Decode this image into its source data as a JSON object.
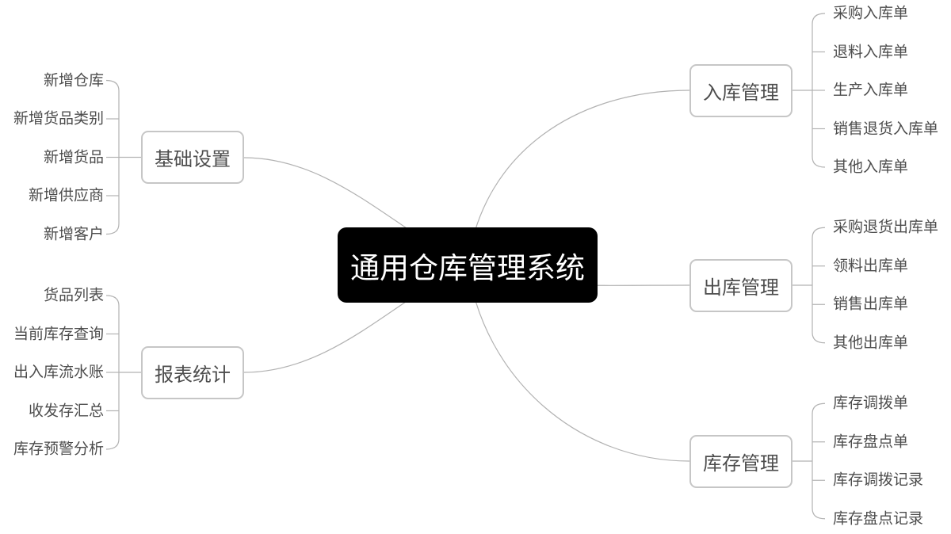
{
  "colors": {
    "background": "#ffffff",
    "root_bg": "#000000",
    "root_text": "#ffffff",
    "branch_border": "#c6c6c6",
    "branch_text": "#4d4d4d",
    "child_text": "#4d4d4d",
    "connector": "#b2b2b2"
  },
  "root": {
    "label": "通用仓库管理系统"
  },
  "branches": [
    {
      "side": "left",
      "label": "基础设置",
      "children": [
        "新增仓库",
        "新增货品类别",
        "新增货品",
        "新增供应商",
        "新增客户"
      ]
    },
    {
      "side": "left",
      "label": "报表统计",
      "children": [
        "货品列表",
        "当前库存查询",
        "出入库流水账",
        "收发存汇总",
        "库存预警分析"
      ]
    },
    {
      "side": "right",
      "label": "入库管理",
      "children": [
        "采购入库单",
        "退料入库单",
        "生产入库单",
        "销售退货入库单",
        "其他入库单"
      ]
    },
    {
      "side": "right",
      "label": "出库管理",
      "children": [
        "采购退货出库单",
        "领料出库单",
        "销售出库单",
        "其他出库单"
      ]
    },
    {
      "side": "right",
      "label": "库存管理",
      "children": [
        "库存调拨单",
        "库存盘点单",
        "库存调拨记录",
        "库存盘点记录"
      ]
    }
  ]
}
